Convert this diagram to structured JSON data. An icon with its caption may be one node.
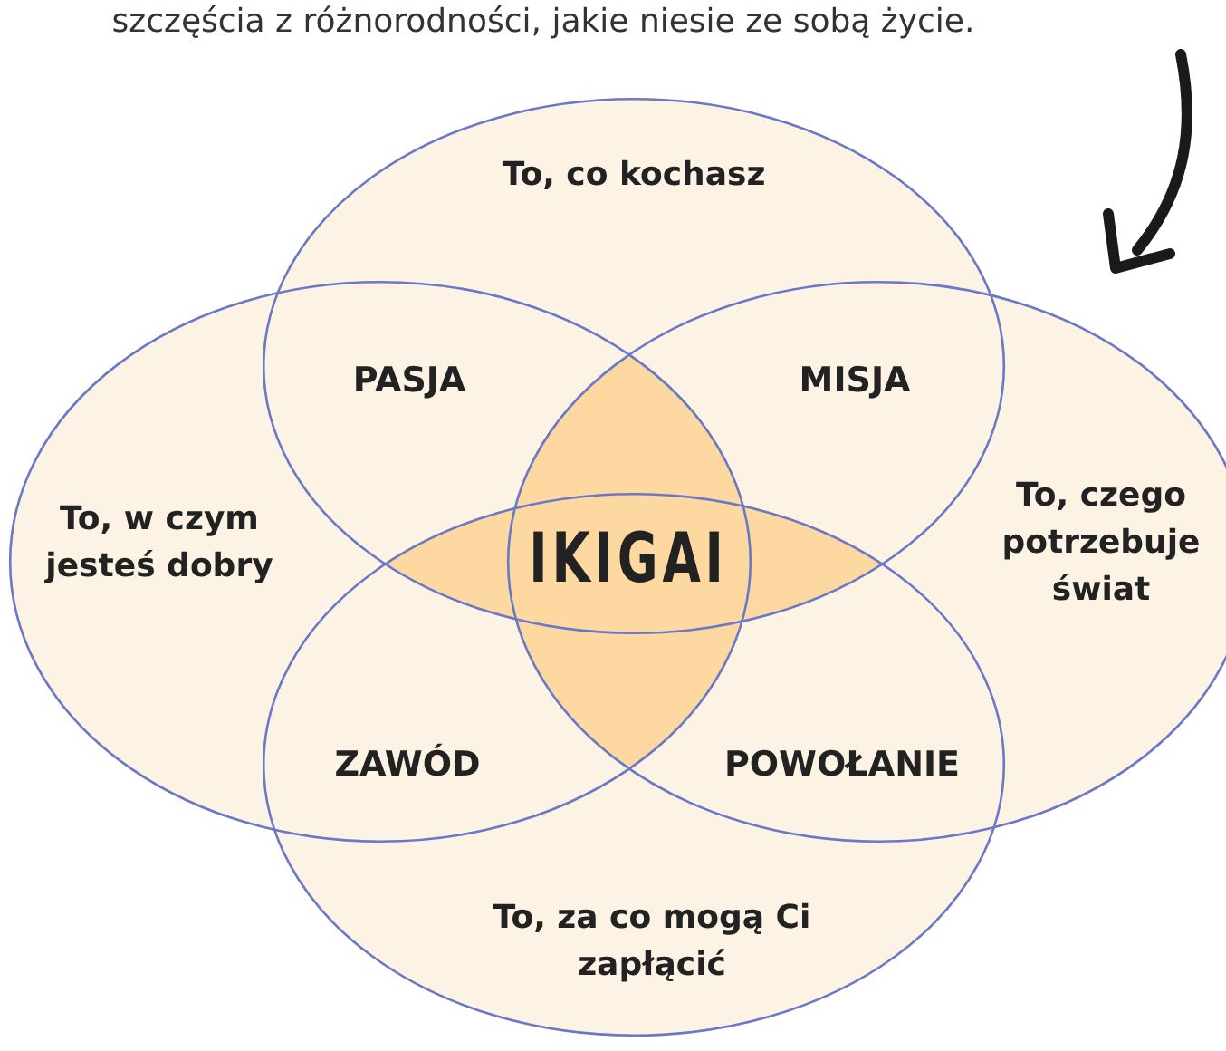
{
  "diagram": {
    "nodes": [
      {
        "text": [
          "To, co kochasz"
        ]
      },
      {
        "text": [
          "To, w czym jesteś dobry"
        ]
      },
      {
        "text": [
          "To, czego potrzebuje świat"
        ]
      },
      {
        "text": [
          "To, za co mogą Ci zapłącić"
        ]
      }
    ],
    "edges": [],
    "labels": [
      "szczęścia z różnorodności, jakie niesie ze sobą życie.",
      "PASJA",
      "MISJA",
      "IKIGAI",
      "ZAWÓD",
      "POWOŁANIE"
    ]
  }
}
